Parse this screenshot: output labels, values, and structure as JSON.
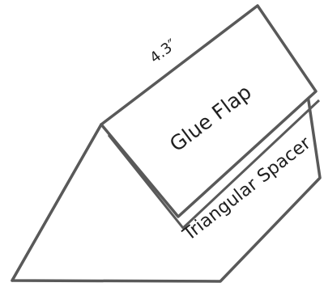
{
  "diagram": {
    "dimension_label": "4.3″",
    "glue_flap_label": "Glue Flap",
    "spacer_label": "Triangular Spacer"
  },
  "colors": {
    "outline": "#595959",
    "face_fill": "#ffffff",
    "shadow_fill": "#e4e4e4",
    "shadow_line": "#c8c8c8"
  }
}
